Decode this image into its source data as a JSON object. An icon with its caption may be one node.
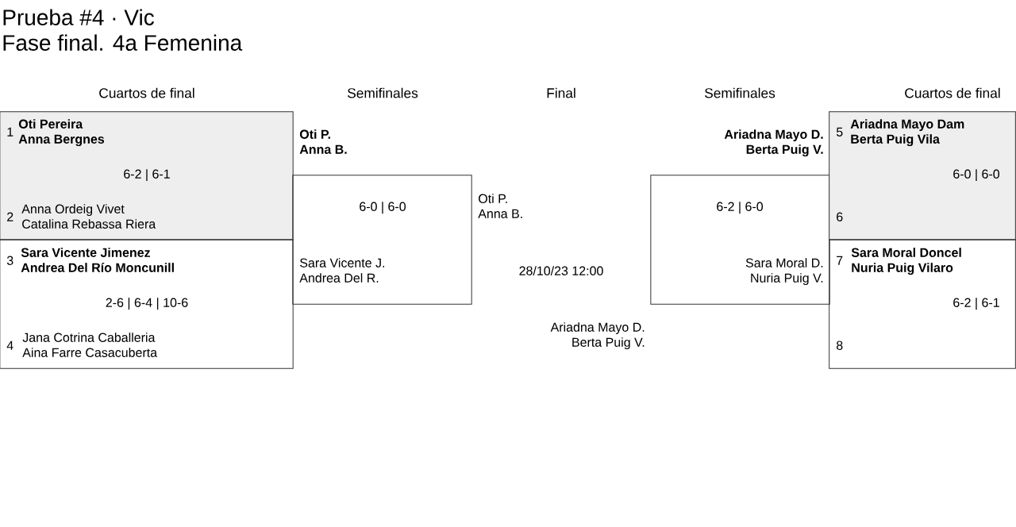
{
  "diagram": {
    "title": "Prueba #4 · Vic",
    "nodes": [
      {
        "text": [
          "1",
          "Oti Pereira",
          "Anna Bergnes",
          "6-2 | 6-1",
          "2",
          "Anna Ordeig Vivet",
          "Catalina Rebassa Riera"
        ]
      },
      {
        "text": [
          "3",
          "Sara Vicente Jimenez",
          "Andrea Del Río Moncunill",
          "2-6 | 6-4 | 10-6",
          "4",
          "Jana Cotrina Caballeria",
          "Aina Farre Casacuberta"
        ]
      },
      {
        "text": [
          "Oti P.",
          "Anna B.",
          "6-0 | 6-0",
          "Sara Vicente J.",
          "Andrea Del R."
        ]
      },
      {
        "text": [
          "Ariadna Mayo D.",
          "Berta Puig V.",
          "6-2 | 6-0",
          "Sara Moral D.",
          "Nuria Puig V."
        ]
      },
      {
        "text": [
          "5",
          "Ariadna Mayo Dam",
          "Berta Puig Vila",
          "6-0 | 6-0",
          "6"
        ]
      },
      {
        "text": [
          "7",
          "Sara Moral Doncel",
          "Nuria Puig Vilaro",
          "6-2 | 6-1",
          "8"
        ]
      }
    ],
    "labels": [
      "Fase final. 4a Femenina",
      "Cuartos de final",
      "Semifinales",
      "Final",
      "Semifinales",
      "Cuartos de final",
      "Oti P.",
      "Anna B.",
      "28/10/23 12:00",
      "Ariadna Mayo D.",
      "Berta Puig V."
    ]
  }
}
